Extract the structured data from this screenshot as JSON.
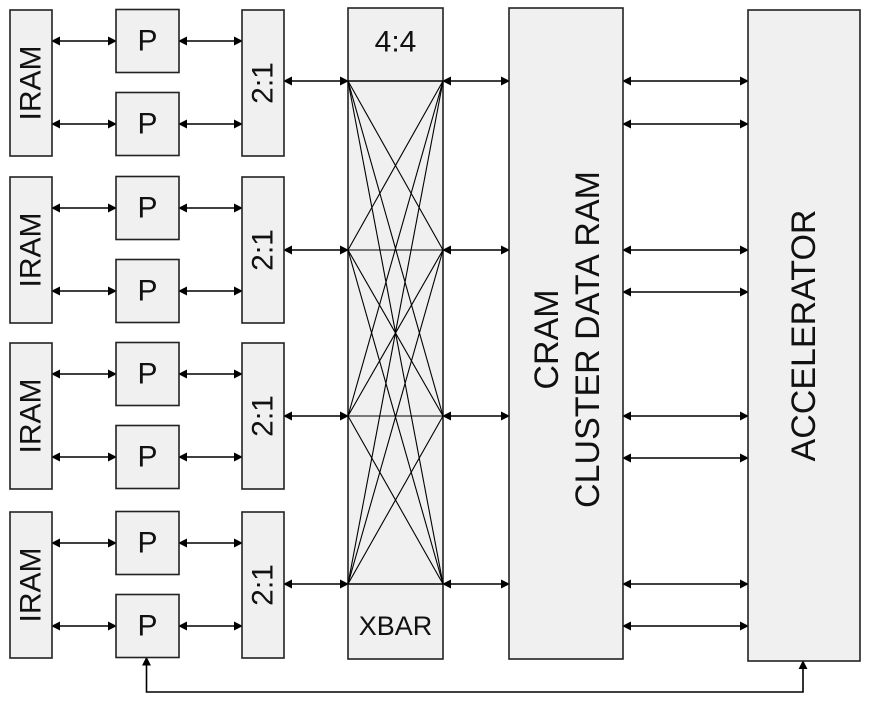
{
  "diagram": {
    "iram_label": "IRAM",
    "processor_label": "P",
    "mux_label": "2:1",
    "xbar_top_label": "4:4",
    "xbar_bottom_label": "XBAR",
    "cram_label_line1": "CRAM",
    "cram_label_line2": "CLUSTER DATA RAM",
    "accelerator_label": "ACCELERATOR",
    "cluster_count": 4
  },
  "colors": {
    "box_fill": "#f0f0f0",
    "stroke": "#222222",
    "background": "#ffffff"
  }
}
